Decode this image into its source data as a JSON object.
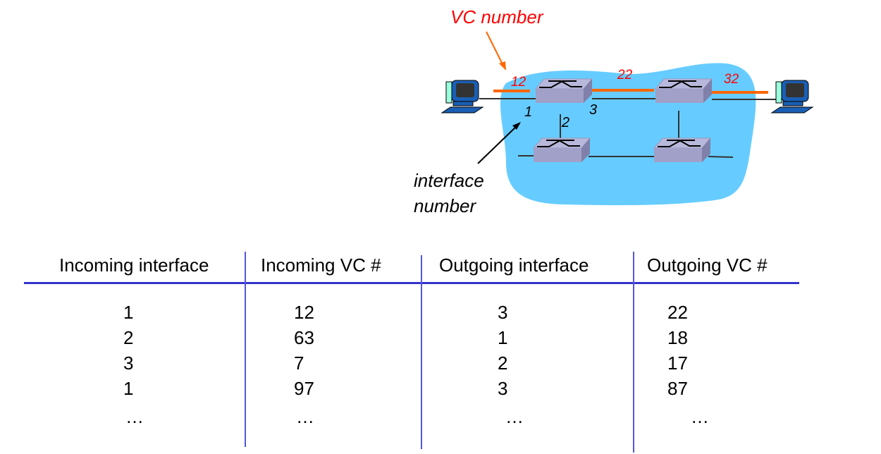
{
  "diagram": {
    "callouts": {
      "vc_number": "VC number",
      "interface_number_line1": "interface",
      "interface_number_line2": "number"
    },
    "vc_labels": [
      "12",
      "22",
      "32"
    ],
    "interface_labels": [
      "1",
      "2",
      "3"
    ],
    "colors": {
      "cloud": "#66ccff",
      "vc_link": "#ff6600",
      "vc_text": "#ff0000",
      "switch": "#a8a8d0",
      "table_rule": "#3333cc"
    }
  },
  "table": {
    "headers": [
      "Incoming interface",
      "Incoming VC #",
      "Outgoing interface",
      "Outgoing VC #"
    ],
    "rows": [
      [
        "1",
        "12",
        "3",
        "22"
      ],
      [
        "2",
        "63",
        "1",
        "18"
      ],
      [
        "3",
        "7",
        "2",
        "17"
      ],
      [
        "1",
        "97",
        "3",
        "87"
      ],
      [
        "…",
        "…",
        "…",
        "…"
      ]
    ]
  }
}
